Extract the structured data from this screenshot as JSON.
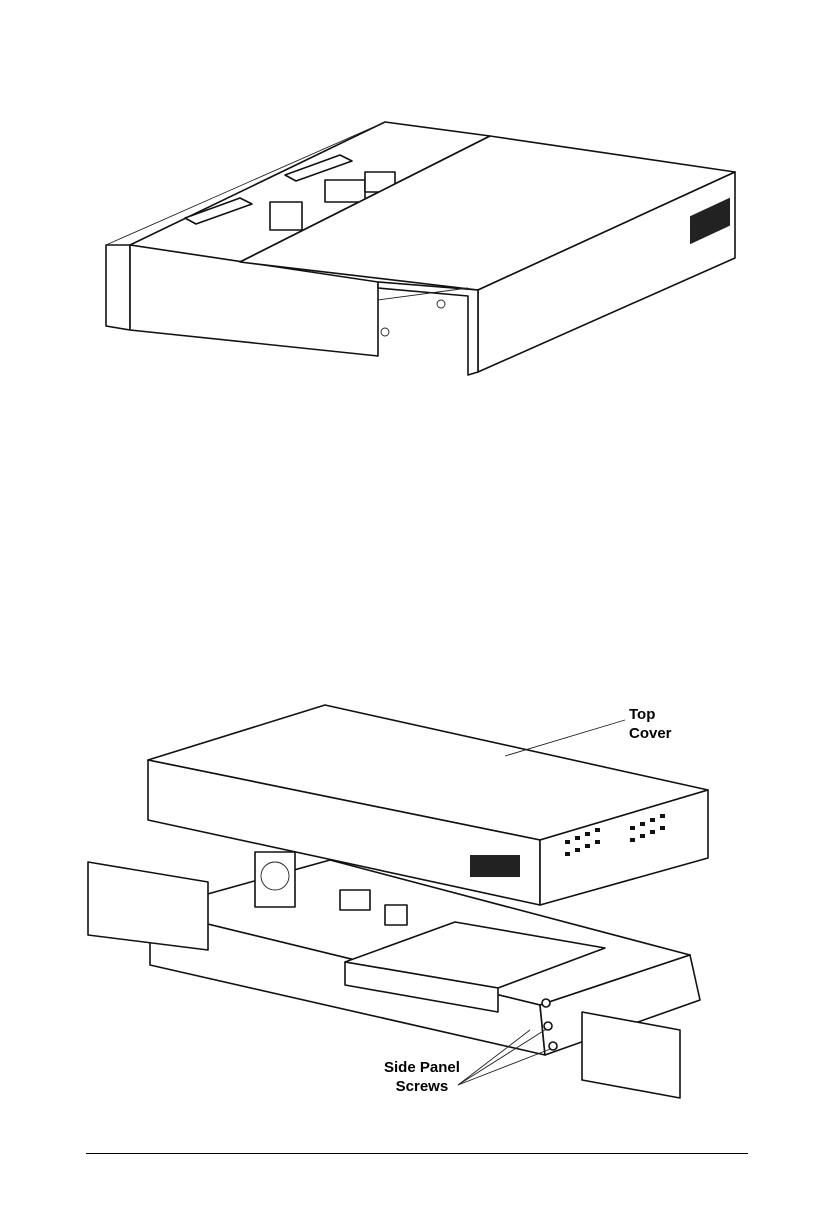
{
  "figure2": {
    "callout_top_cover_line1": "Top",
    "callout_top_cover_line2": "Cover",
    "callout_side_screws_line1": "Side Panel",
    "callout_side_screws_line2": "Screws"
  }
}
